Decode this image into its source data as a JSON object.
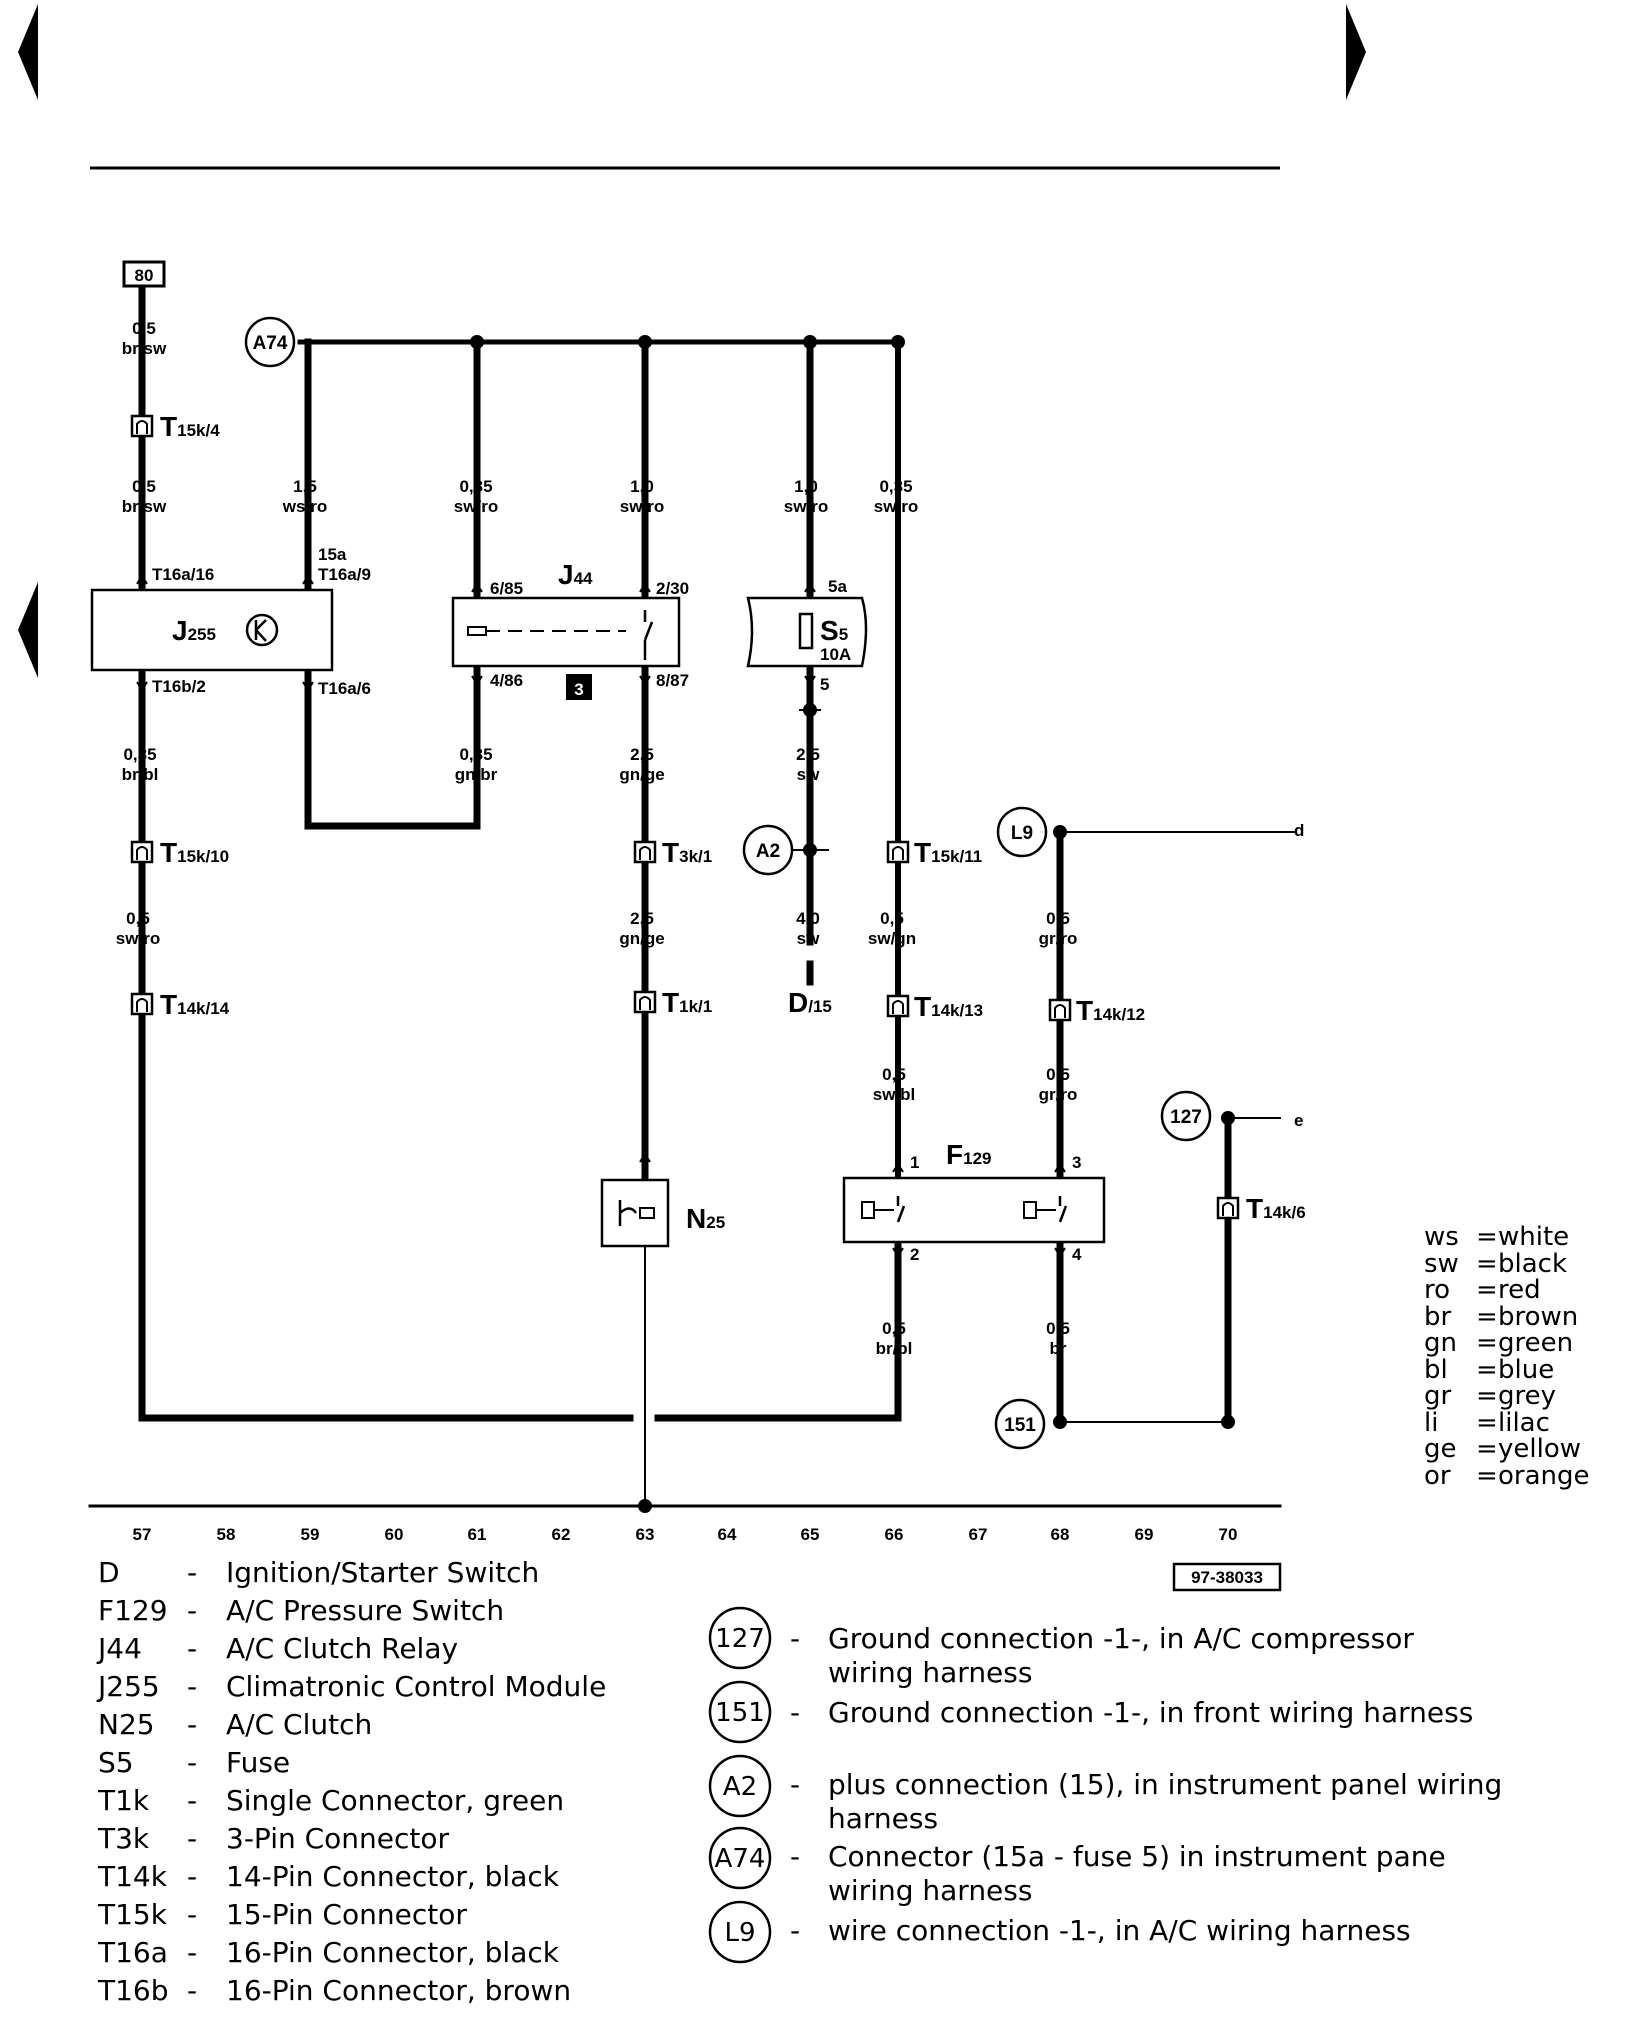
{
  "nav": {
    "prev_icon": "triangle-left-icon",
    "next_icon": "triangle-right-icon"
  },
  "wires": {
    "top_ref": "80",
    "col57": [
      {
        "size": "0,5",
        "color": "br/sw"
      },
      {
        "size": "0,5",
        "color": "br/sw"
      },
      {
        "size": "0,35",
        "color": "br/bl"
      },
      {
        "size": "0,5",
        "color": "sw/ro"
      }
    ],
    "col59": [
      {
        "size": "1,5",
        "color": "ws/ro"
      }
    ],
    "col61": [
      {
        "size": "0,35",
        "color": "sw/ro"
      },
      {
        "size": "0,35",
        "color": "gn/br"
      }
    ],
    "col63": [
      {
        "size": "1,0",
        "color": "sw/ro"
      },
      {
        "size": "2,5",
        "color": "gn/ge"
      },
      {
        "size": "2,5",
        "color": "gn/ge"
      }
    ],
    "col65": [
      {
        "size": "1,0",
        "color": "sw/ro"
      },
      {
        "size": "2,5",
        "color": "sw"
      },
      {
        "size": "4,0",
        "color": "sw"
      }
    ],
    "col66": [
      {
        "size": "0,35",
        "color": "sw/ro"
      },
      {
        "size": "0,5",
        "color": "sw/gn"
      },
      {
        "size": "0,5",
        "color": "sw/bl"
      },
      {
        "size": "0,5",
        "color": "br/bl"
      }
    ],
    "col68": [
      {
        "size": "0,5",
        "color": "gr/ro"
      },
      {
        "size": "0,5",
        "color": "gr/ro"
      },
      {
        "size": "0,5",
        "color": "br"
      }
    ]
  },
  "connectors": {
    "t15k4": {
      "main": "T",
      "sub": "15k/4"
    },
    "t15k10": {
      "main": "T",
      "sub": "15k/10"
    },
    "t14k14": {
      "main": "T",
      "sub": "14k/14"
    },
    "t3k1": {
      "main": "T",
      "sub": "3k/1"
    },
    "t1k1": {
      "main": "T",
      "sub": "1k/1"
    },
    "t15k11": {
      "main": "T",
      "sub": "15k/11"
    },
    "t14k13": {
      "main": "T",
      "sub": "14k/13"
    },
    "t14k12": {
      "main": "T",
      "sub": "14k/12"
    },
    "t14k6": {
      "main": "T",
      "sub": "14k/6"
    }
  },
  "pins": {
    "t16a16": "T16a/16",
    "t16a9": "T16a/9",
    "p15a": "15a",
    "t16b2": "T16b/2",
    "t16a6": "T16a/6",
    "p685": "6/85",
    "p486": "4/86",
    "p230": "2/30",
    "p887": "8/87",
    "p5a": "5a",
    "p5": "5",
    "f1": "1",
    "f2": "2",
    "f3": "3",
    "f4": "4"
  },
  "components": {
    "j255": {
      "main": "J",
      "sub": "255"
    },
    "j44": {
      "main": "J",
      "sub": "44"
    },
    "s5": {
      "main": "S",
      "sub": "5",
      "rating": "10A"
    },
    "f129": {
      "main": "F",
      "sub": "129"
    },
    "n25": {
      "main": "N",
      "sub": "25"
    },
    "d15": {
      "main": "D",
      "sub": "/15"
    },
    "relay_number": "3"
  },
  "nodes": {
    "a74": "A74",
    "a2": "A2",
    "l9": "L9",
    "n127": "127",
    "n151": "151"
  },
  "edges": {
    "d": "d",
    "e": "e"
  },
  "track_numbers": [
    "57",
    "58",
    "59",
    "60",
    "61",
    "62",
    "63",
    "64",
    "65",
    "66",
    "67",
    "68",
    "69",
    "70"
  ],
  "ref_code": "97-38033",
  "color_legend": [
    {
      "code": "ws",
      "name": "white"
    },
    {
      "code": "sw",
      "name": "black"
    },
    {
      "code": "ro",
      "name": "red"
    },
    {
      "code": "br",
      "name": "brown"
    },
    {
      "code": "gn",
      "name": "green"
    },
    {
      "code": "bl",
      "name": "blue"
    },
    {
      "code": "gr",
      "name": "grey"
    },
    {
      "code": "li",
      "name": "lilac"
    },
    {
      "code": "ge",
      "name": "yellow"
    },
    {
      "code": "or",
      "name": "orange"
    }
  ],
  "component_legend": [
    {
      "code": "D",
      "desc": "Ignition/Starter Switch"
    },
    {
      "code": "F129",
      "desc": "A/C Pressure Switch"
    },
    {
      "code": "J44",
      "desc": "A/C Clutch Relay"
    },
    {
      "code": "J255",
      "desc": "Climatronic Control Module"
    },
    {
      "code": "N25",
      "desc": "A/C Clutch"
    },
    {
      "code": "S5",
      "desc": "Fuse"
    },
    {
      "code": "T1k",
      "desc": "Single Connector, green"
    },
    {
      "code": "T3k",
      "desc": "3-Pin Connector"
    },
    {
      "code": "T14k",
      "desc": "14-Pin Connector, black"
    },
    {
      "code": "T15k",
      "desc": "15-Pin Connector"
    },
    {
      "code": "T16a",
      "desc": "16-Pin Connector, black"
    },
    {
      "code": "T16b",
      "desc": "16-Pin Connector, brown"
    }
  ],
  "connection_legend": [
    {
      "symbol": "127",
      "lines": [
        "Ground connection -1-, in A/C compressor",
        "wiring harness"
      ]
    },
    {
      "symbol": "151",
      "lines": [
        "Ground connection -1-, in front wiring harness"
      ]
    },
    {
      "symbol": "A2",
      "lines": [
        "plus connection (15), in instrument panel wiring",
        "harness"
      ]
    },
    {
      "symbol": "A74",
      "lines": [
        "Connector (15a - fuse 5) in instrument pane",
        "wiring harness"
      ]
    },
    {
      "symbol": "L9",
      "lines": [
        "wire connection -1-, in A/C wiring harness"
      ]
    }
  ]
}
